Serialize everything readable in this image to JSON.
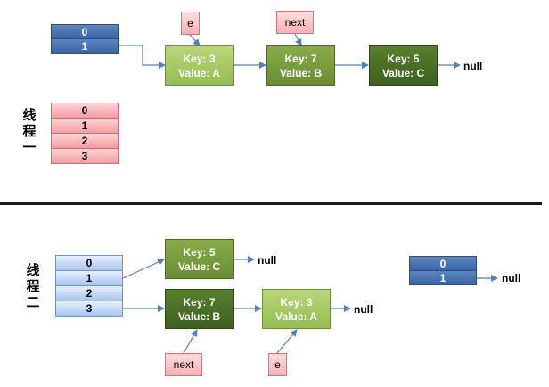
{
  "thread1": {
    "label_chars": [
      "线",
      "程",
      "一"
    ],
    "old_table": [
      "0",
      "1"
    ],
    "new_table": [
      "0",
      "1",
      "2",
      "3"
    ],
    "nodes": [
      {
        "key": "Key: 3",
        "value": "Value: A"
      },
      {
        "key": "Key: 7",
        "value": "Value: B"
      },
      {
        "key": "Key: 5",
        "value": "Value: C"
      }
    ],
    "tag_e": "e",
    "tag_next": "next",
    "null_label": "null"
  },
  "thread2": {
    "label_chars": [
      "线",
      "程",
      "二"
    ],
    "new_table": [
      "0",
      "1",
      "2",
      "3"
    ],
    "node_c": {
      "key": "Key: 5",
      "value": "Value: C"
    },
    "node_b": {
      "key": "Key: 7",
      "value": "Value: B"
    },
    "node_a": {
      "key": "Key: 3",
      "value": "Value: A"
    },
    "null_c": "null",
    "null_a": "null",
    "tag_next": "next",
    "tag_e": "e",
    "old_table": [
      "0",
      "1"
    ],
    "null_old": "null"
  },
  "colors": {
    "arrow": "#4f81bd",
    "divider": "#1a1a1a"
  }
}
